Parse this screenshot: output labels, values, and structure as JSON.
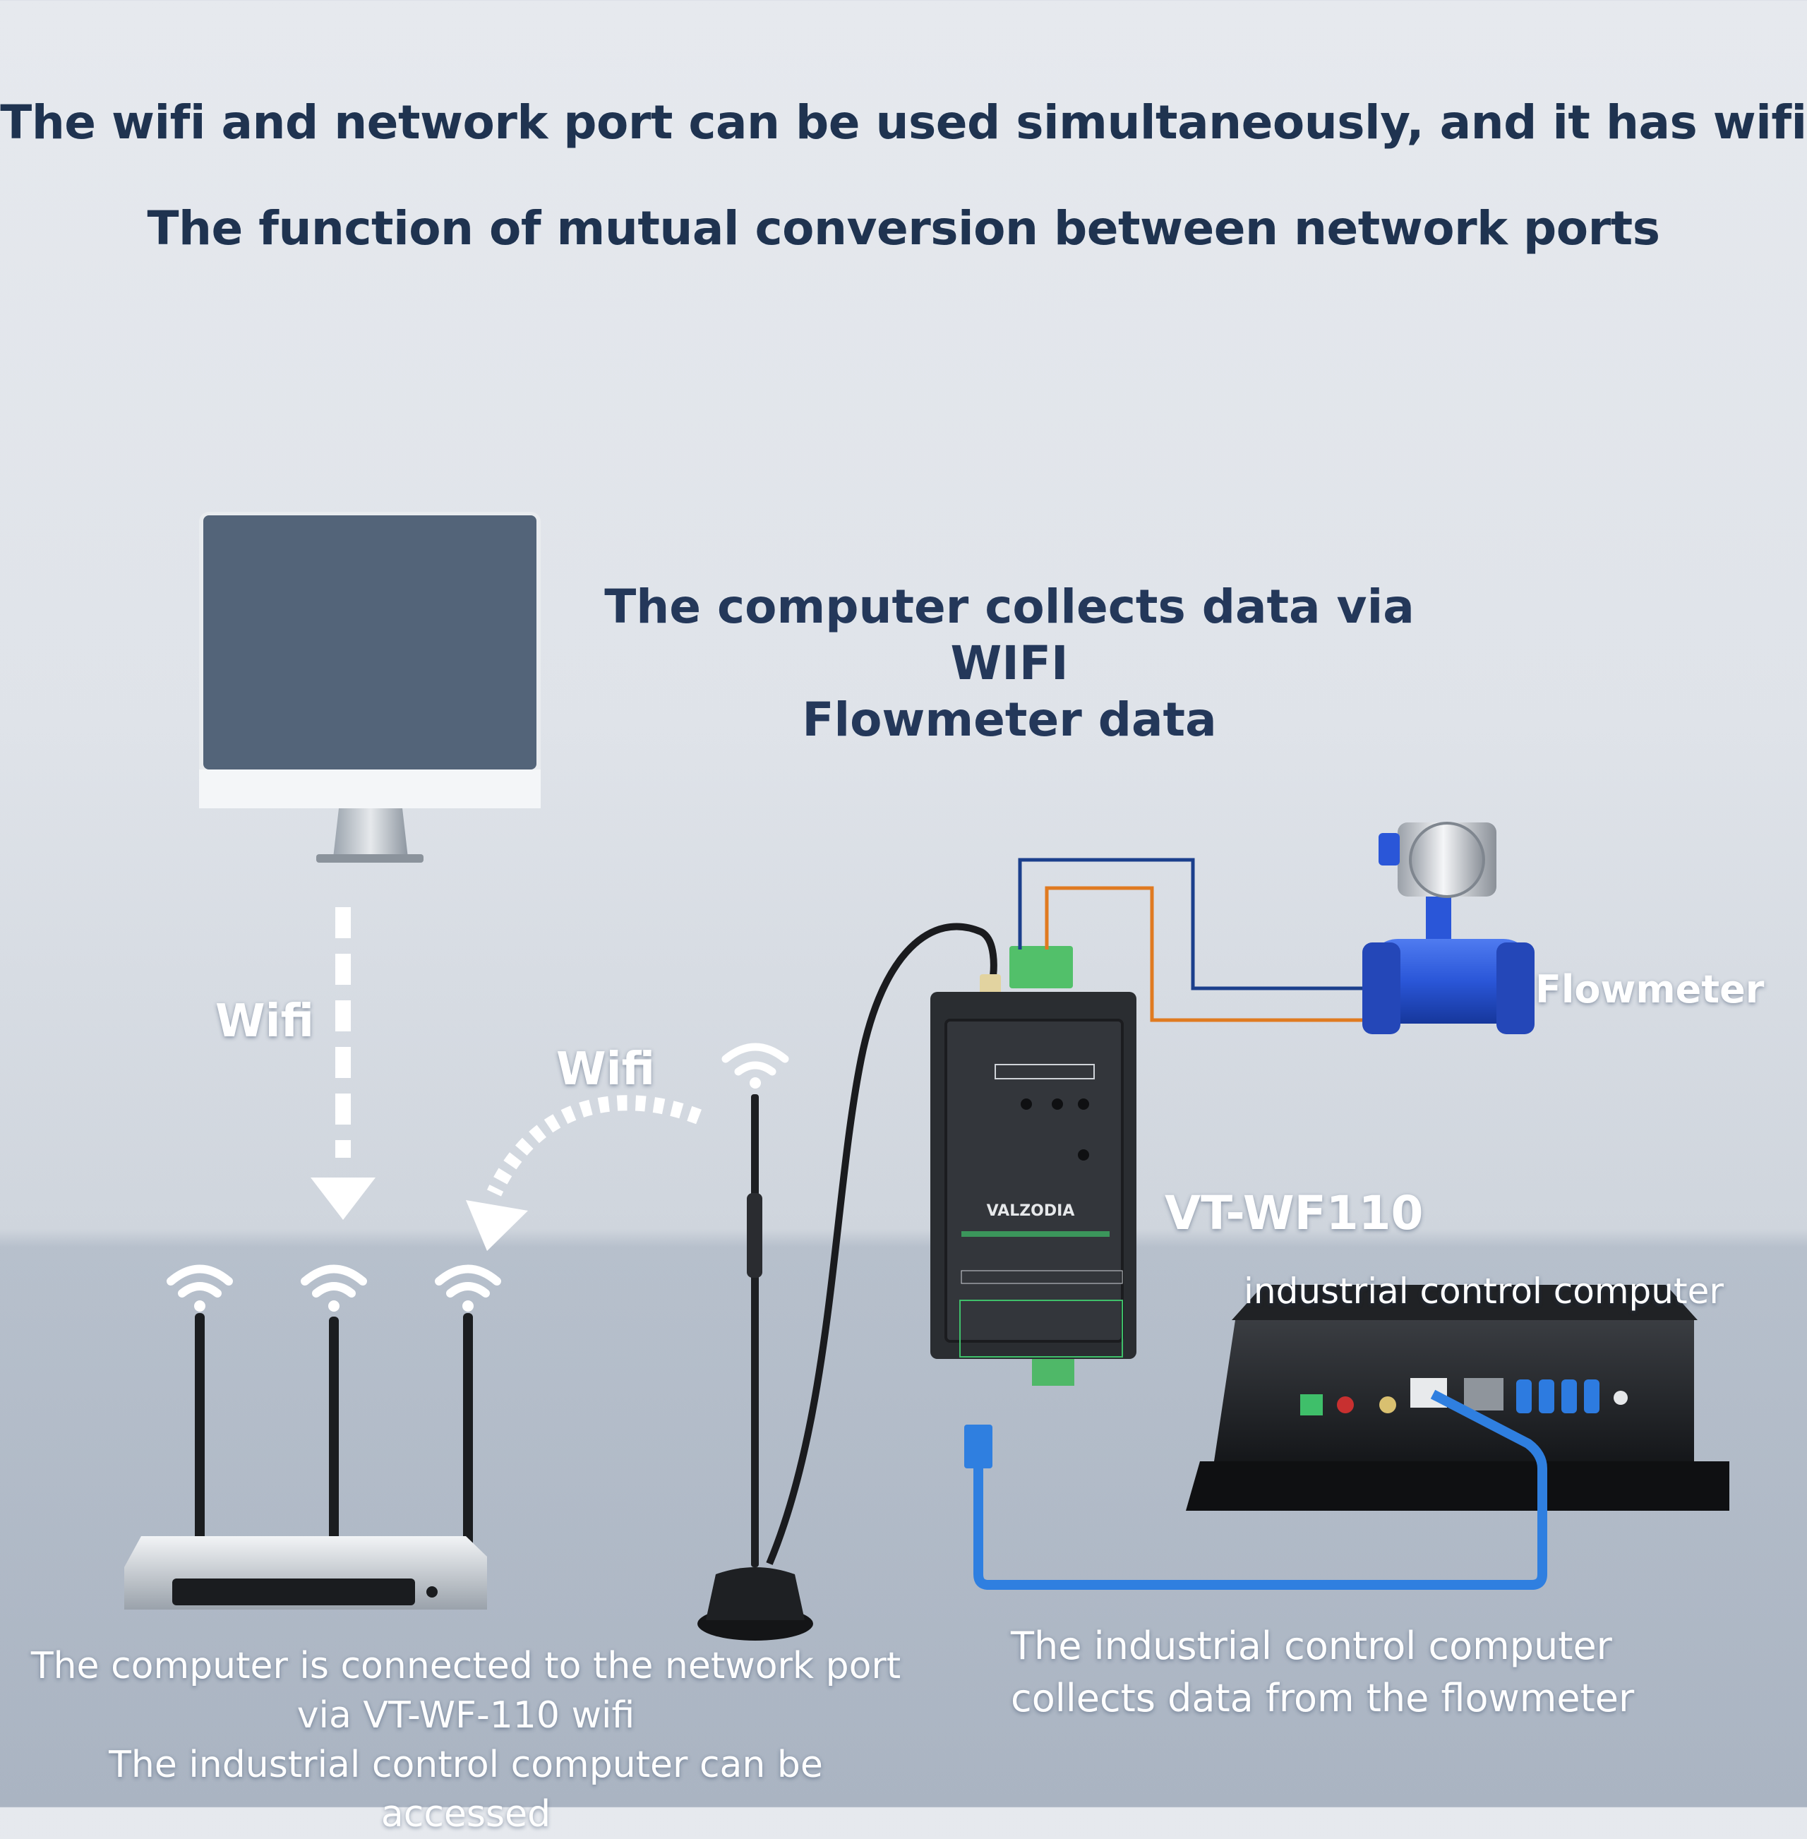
{
  "headline": {
    "line1": "The wifi and network port can be used simultaneously, and it has wifi",
    "line2": "The function of mutual conversion between network ports"
  },
  "computer_caption": {
    "line1": "The computer collects data via WIFI",
    "line2": "Flowmeter data"
  },
  "labels": {
    "wifi_vertical": "Wifi",
    "wifi_curved": "Wifi",
    "flowmeter": "Flowmeter",
    "device_model": "VT-WF110",
    "industrial_pc": "industrial control computer"
  },
  "device": {
    "brand": "VALZODIA"
  },
  "bottom_left_caption": {
    "line1": "The computer is connected to the network port",
    "line2": "via VT-WF-110 wifi",
    "line3": "The industrial control computer can be accessed"
  },
  "bottom_right_caption": {
    "line1": "The industrial control computer",
    "line2": "collects data from the flowmeter"
  },
  "colors": {
    "title_text": "#1f3350",
    "network_cable": "#2f7fe0",
    "signal_wire_blue": "#1b3f8c",
    "signal_wire_orange": "#e07a20",
    "flowmeter_body": "#2a56d8",
    "device_body": "#2c2f33",
    "device_accent": "#3fbf6a"
  }
}
